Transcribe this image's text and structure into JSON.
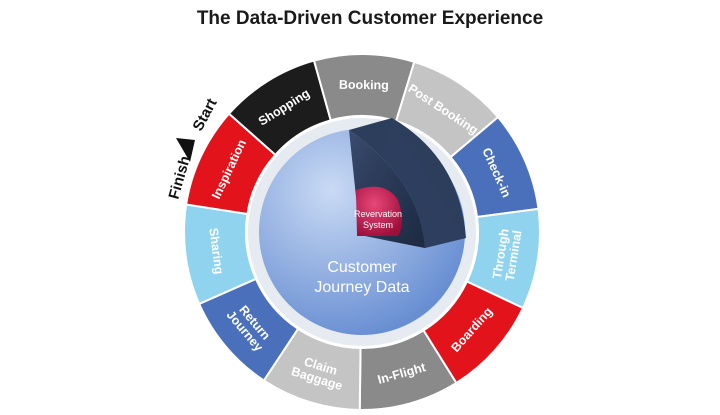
{
  "title": "The Data-Driven Customer Experience",
  "start_label": "Start",
  "finish_label": "Finish",
  "hub": {
    "line1": "Customer",
    "line2": "Journey Data"
  },
  "core": {
    "line1": "Revervation",
    "line2": "System"
  },
  "colors": {
    "black": "#1c1c1c",
    "dark_gray": "#8a8a8a",
    "light_gray": "#c4c4c4",
    "blue": "#4a6fbb",
    "light_blue": "#8fd3ef",
    "red": "#e3131b",
    "hub_light": "#c9daf4",
    "hub_dark": "#5f87cf",
    "navy": "#1f2c45",
    "crimson": "#c4154a"
  },
  "segments": [
    {
      "name": "shopping",
      "lines": [
        "Shopping"
      ],
      "color": "#1c1c1c",
      "text_color": "#ffffff"
    },
    {
      "name": "booking",
      "lines": [
        "Booking"
      ],
      "color": "#8a8a8a",
      "text_color": "#ffffff"
    },
    {
      "name": "post-booking",
      "lines": [
        "Post Booking"
      ],
      "color": "#c4c4c4",
      "text_color": "#ffffff"
    },
    {
      "name": "check-in",
      "lines": [
        "Check-in"
      ],
      "color": "#4a6fbb",
      "text_color": "#ffffff"
    },
    {
      "name": "through-terminal",
      "lines": [
        "Through",
        "Terminal"
      ],
      "color": "#8fd3ef",
      "text_color": "#ffffff"
    },
    {
      "name": "boarding",
      "lines": [
        "Boarding"
      ],
      "color": "#e3131b",
      "text_color": "#ffffff"
    },
    {
      "name": "in-flight",
      "lines": [
        "In-Flight"
      ],
      "color": "#8a8a8a",
      "text_color": "#ffffff"
    },
    {
      "name": "claim-baggage",
      "lines": [
        "Claim",
        "Baggage"
      ],
      "color": "#c4c4c4",
      "text_color": "#ffffff"
    },
    {
      "name": "return-journey",
      "lines": [
        "Return",
        "Journey"
      ],
      "color": "#4a6fbb",
      "text_color": "#ffffff"
    },
    {
      "name": "sharing",
      "lines": [
        "Sharing"
      ],
      "color": "#8fd3ef",
      "text_color": "#ffffff"
    },
    {
      "name": "inspiration",
      "lines": [
        "Inspiration"
      ],
      "color": "#e3131b",
      "text_color": "#ffffff"
    }
  ]
}
